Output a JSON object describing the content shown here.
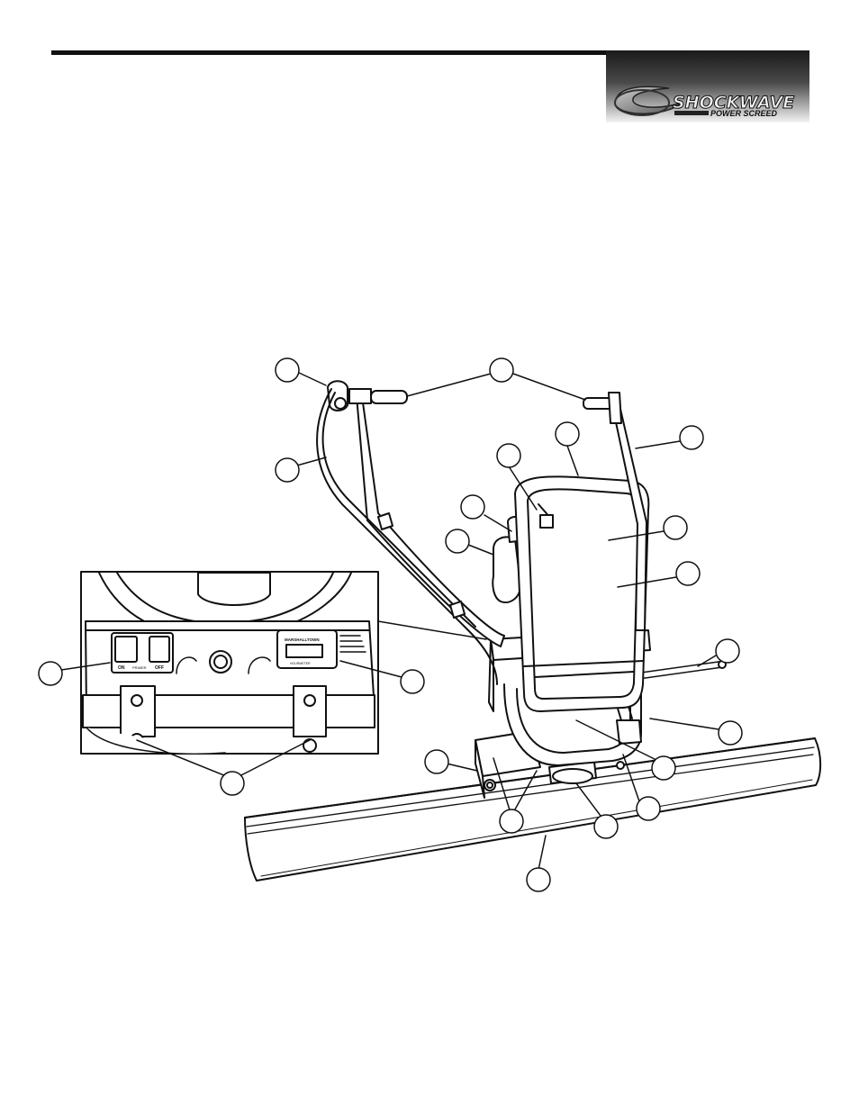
{
  "header": {
    "logo": {
      "brand": "SHOCKWAVE",
      "product": "POWER SCREED"
    }
  },
  "inset": {
    "switch_on_label": "ON",
    "switch_mid_label": "PRIMER",
    "switch_off_label": "OFF",
    "meter_brand": "MARSHALLTOWN",
    "meter_sub": "HOURMETER"
  },
  "callout_count": 21,
  "colors": {
    "ink": "#111111",
    "fill": "#ffffff"
  }
}
